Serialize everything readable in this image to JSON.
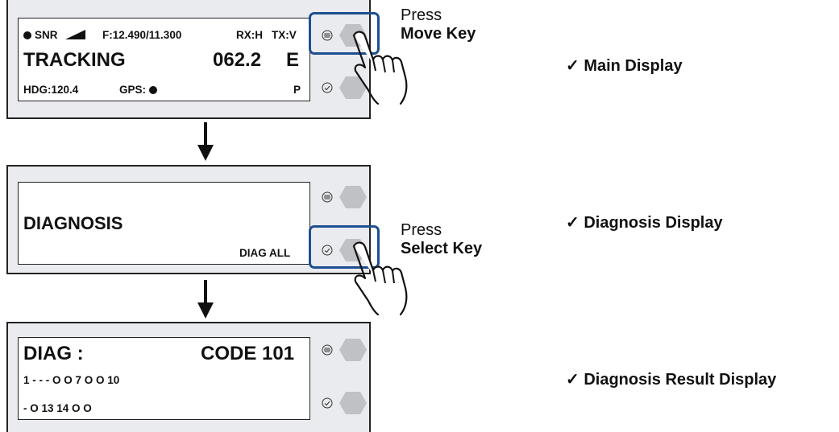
{
  "panel1": {
    "snr": "SNR",
    "freq": "F:12.490/11.300",
    "rx": "RX:H",
    "tx": "TX:V",
    "status": "TRACKING",
    "azimuth": "062.2",
    "dir": "E",
    "hdg": "HDG:120.4",
    "gps": "GPS:",
    "mode": "P"
  },
  "panel2": {
    "title": "DIAGNOSIS",
    "option": "DIAG ALL"
  },
  "panel3": {
    "title": "DIAG :",
    "code": "CODE 101",
    "line1": "1 - - - O O 7 O O 10",
    "line2": "- O 13 14 O O"
  },
  "instructions": {
    "press1": "Press",
    "key1": "Move Key",
    "press2": "Press",
    "key2": "Select Key"
  },
  "labels": {
    "main": "✓ Main Display",
    "diag": "✓ Diagnosis Display",
    "result": "✓ Diagnosis Result Display"
  },
  "colors": {
    "highlight": "#1d4f92",
    "panel": "#e9ebee",
    "key": "#bfc1c4"
  },
  "icons": [
    "menu-icon",
    "check-icon",
    "hexagon-key",
    "pointing-hand",
    "down-arrow"
  ]
}
